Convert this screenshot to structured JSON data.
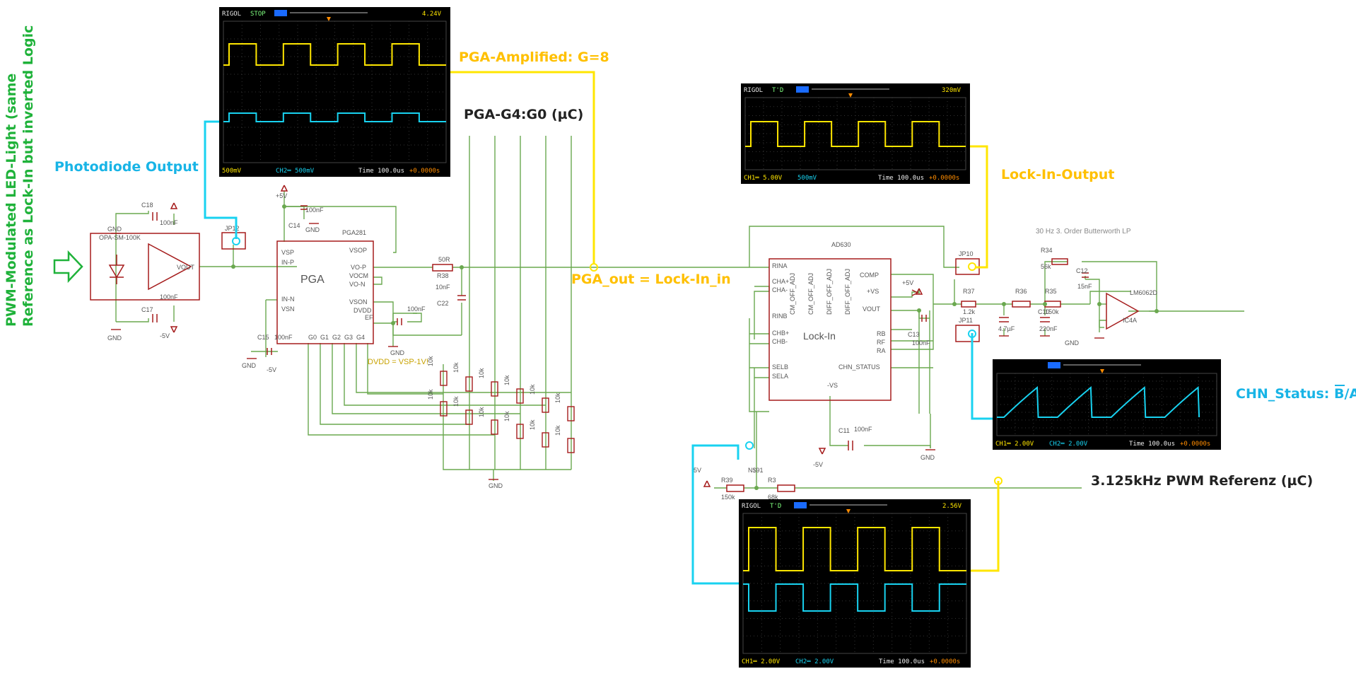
{
  "annotations": {
    "side_text_line1": "PWM-Modulated LED-Light (same",
    "side_text_line2": "Reference as Lock-In but inverted Logic",
    "photodiode_output": "Photodiode Output",
    "pga_amplified": "PGA-Amplified: G=8",
    "pga_gain_bits": "PGA-G4:G0 (µC)",
    "pga_out": "PGA_out = Lock-In_in",
    "lockin_output": "Lock-In-Output",
    "chn_status_prefix": "CHN_Status: B/",
    "chn_status_overbar": "A",
    "pwm_reference": "3.125kHz PWM Referenz (µC)",
    "lp_title": "30 Hz 3. Order Butterworth LP",
    "dvdd_note": "DVDD = VSP-1V!"
  },
  "colors": {
    "yellow": "#ffe600",
    "cyan": "#00e1ff",
    "green": "#1fb23a",
    "wire": "#6aa84f",
    "part": "#a51c1c",
    "ink": "#555555",
    "label_yellow": "#ffc000",
    "label_cyan": "#18b4e6"
  },
  "scopes": [
    {
      "id": "scope1",
      "brand": "RIGOL",
      "status": "STOP",
      "trig": "4.24V",
      "ch1": "500mV",
      "ch2": "CH2═ 500mV",
      "time": "Time 100.0us",
      "offset": "+0.0000s"
    },
    {
      "id": "scope2",
      "brand": "RIGOL",
      "status": "T'D",
      "trig": "320mV",
      "ch1": "CH1═ 5.00V",
      "ch2": "500mV",
      "time": "Time 100.0us",
      "offset": "+0.0000s"
    },
    {
      "id": "scope3",
      "brand": "",
      "status": "",
      "trig": "",
      "ch1": "CH1═ 2.00V",
      "ch2": "CH2═ 2.00V",
      "time": "Time 100.0us",
      "offset": "+0.0000s"
    },
    {
      "id": "scope4",
      "brand": "RIGOL",
      "status": "T'D",
      "trig": "2.56V",
      "ch1": "CH1═ 2.00V",
      "ch2": "CH2═ 2.00V",
      "time": "Time 100.0us",
      "offset": "+0.0000s"
    }
  ],
  "schematic": {
    "opa": {
      "part": "OPA-SM-100K",
      "vout": "VOUT"
    },
    "pga": {
      "name": "PGA281",
      "body": "PGA",
      "vsp": "VSP",
      "vsn": "VSN",
      "inp": "IN-P",
      "inn": "IN-N",
      "vop": "VO-P",
      "vocm": "VOCM",
      "von": "VO-N",
      "vsop": "VSOP",
      "vson": "VSON",
      "g0": "G0",
      "g1": "G1",
      "g2": "G2",
      "g3": "G3",
      "g4": "G4",
      "dvdd": "DVDD",
      "ef": "EF"
    },
    "lockin": {
      "name": "AD630",
      "body": "Lock-In",
      "rina": "RINA",
      "cha_p": "CHA+",
      "cha_m": "CHA-",
      "rinb": "RINB",
      "chb_p": "CHB+",
      "chb_m": "CHB-",
      "selb": "SELB",
      "sela": "SELA",
      "comp": "COMP",
      "vs_p": "+VS",
      "vout": "VOUT",
      "rb": "RB",
      "rf": "RF",
      "ra": "RA",
      "chn_status": "CHN_STATUS",
      "vs_m": "-VS",
      "cm_off_adj": "CM_OFF_ADJ",
      "diff_off_adj": "DIFF_OFF_ADJ"
    },
    "opamp_lp": {
      "name": "LM6062D",
      "ref": "IC4A"
    },
    "jumpers": {
      "jp12": "JP12",
      "jp10": "JP10",
      "jp11": "JP11"
    },
    "labels": {
      "c18": "C18",
      "c18v": "100nF",
      "c17": "C17",
      "c17v": "100nF",
      "c14": "C14",
      "c14v": "100nF",
      "c15": "C15",
      "c15v": "100nF",
      "c22": "C22",
      "c22v": "10nF",
      "c21v": "100nF",
      "c11": "C11",
      "c11v": "100nF",
      "c13": "C13",
      "c13v": "100nF",
      "r38": "R38",
      "r38v": "50R",
      "r37": "R37",
      "r37v": "1.2k",
      "r36": "R36",
      "r35": "R35",
      "r35v": "150k",
      "r34": "R34",
      "r34v": "56k",
      "c12": "C12",
      "c12v": "15nF",
      "c9v": "4.7µF",
      "c10": "C10",
      "c10v": "220nF",
      "r39": "R39",
      "r39v": "150k",
      "r3": "R3",
      "r3v": "68k",
      "net": "N$91",
      "r10k": "10k",
      "gnd": "GND",
      "p5v": "+5V",
      "m5v": "-5V"
    }
  }
}
